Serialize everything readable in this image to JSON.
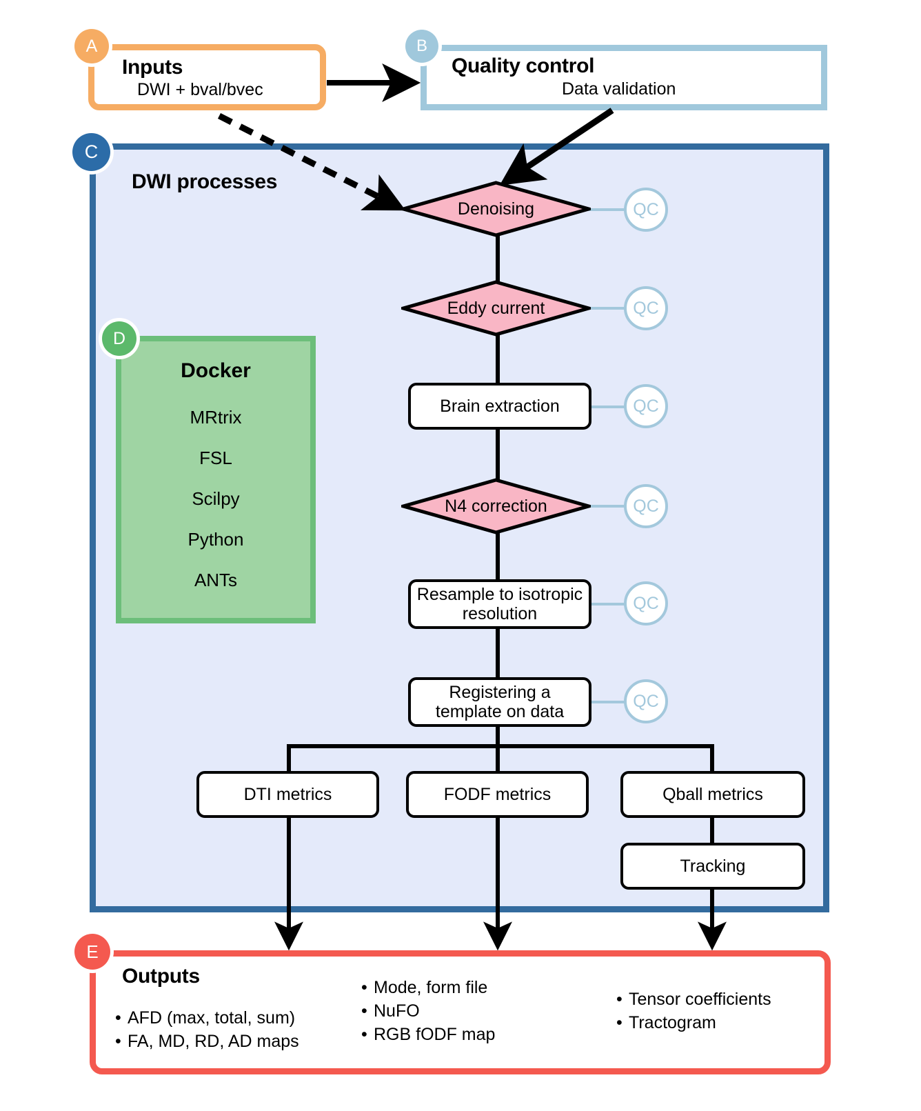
{
  "sections": {
    "a": {
      "badge": "A",
      "title": "Inputs",
      "subtitle": "DWI + bval/bvec",
      "color": "#F6AC63"
    },
    "b": {
      "badge": "B",
      "title": "Quality control",
      "subtitle": "Data validation",
      "color": "#A0C8DC"
    },
    "c": {
      "badge": "C",
      "title": "DWI processes",
      "color": "#336B9E",
      "fill": "#E4EAFA"
    },
    "d": {
      "badge": "D",
      "title": "Docker",
      "color": "#6CBE7A",
      "fill": "#9FD4A3",
      "items": [
        "MRtrix",
        "FSL",
        "Scilpy",
        "Python",
        "ANTs"
      ]
    },
    "e": {
      "badge": "E",
      "title": "Outputs",
      "color": "#F4594F",
      "columns": [
        [
          "AFD (max, total, sum)",
          "FA, MD, RD, AD maps"
        ],
        [
          "Mode, form file",
          "NuFO",
          "RGB fODF map"
        ],
        [
          "Tensor coefficients",
          "Tractogram"
        ]
      ]
    }
  },
  "flow": {
    "qc_label": "QC",
    "qc_color": "#A3C8DC",
    "diamond_fill": "#F9B6C5",
    "nodes": [
      {
        "id": "denoising",
        "label": "Denoising",
        "shape": "diamond",
        "qc": true
      },
      {
        "id": "eddy",
        "label": "Eddy current",
        "shape": "diamond",
        "qc": true
      },
      {
        "id": "brain",
        "label": "Brain extraction",
        "shape": "box",
        "qc": true
      },
      {
        "id": "n4",
        "label": "N4 correction",
        "shape": "diamond",
        "qc": true
      },
      {
        "id": "resample",
        "label": "Resample to isotropic\nresolution",
        "shape": "box",
        "qc": true
      },
      {
        "id": "register",
        "label": "Registering a\ntemplate on data",
        "shape": "box",
        "qc": true
      },
      {
        "id": "dti",
        "label": "DTI metrics",
        "shape": "box",
        "qc": false
      },
      {
        "id": "fodf",
        "label": "FODF metrics",
        "shape": "box",
        "qc": false
      },
      {
        "id": "qball",
        "label": "Qball metrics",
        "shape": "box",
        "qc": false
      },
      {
        "id": "tracking",
        "label": "Tracking",
        "shape": "box",
        "qc": false
      }
    ]
  }
}
